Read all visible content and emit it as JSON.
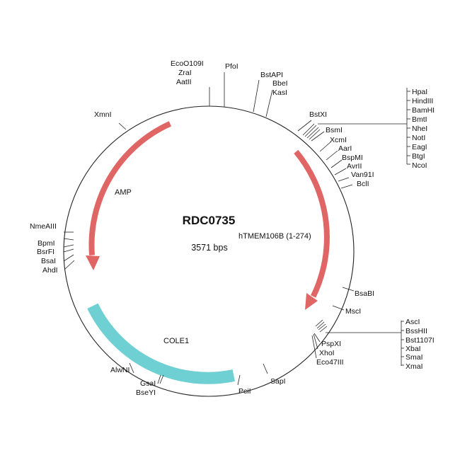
{
  "plasmid": {
    "name": "RDC0735",
    "size_label": "3571 bps"
  },
  "features": {
    "amp": {
      "label": "AMP",
      "color": "#e06666"
    },
    "insert": {
      "label": "hTMEM106B (1-274)",
      "color": "#e06666"
    },
    "cole1": {
      "label": "COLE1",
      "color": "#6fd0d3"
    }
  },
  "sites": {
    "ecoo109i": "EcoO109I",
    "zrai": "ZraI",
    "aatii": "AatII",
    "pfoi": "PfoI",
    "bstapi": "BstAPI",
    "bbei": "BbeI",
    "kasi": "KasI",
    "bstxi": "BstXI",
    "bsmi": "BsmI",
    "xcmi": "XcmI",
    "aari": "AarI",
    "bspmi": "BspMI",
    "avrii": "AvrII",
    "van91i": "Van91I",
    "bcli": "BclI",
    "hpai": "HpaI",
    "hindiii": "HindIII",
    "bamhi": "BamHI",
    "bmti": "BmtI",
    "nhei": "NheI",
    "noti": "NotI",
    "eagi": "EagI",
    "btgi": "BtgI",
    "ncoi": "NcoI",
    "xmni": "XmnI",
    "nmeaiii": "NmeAIII",
    "bpmi": "BpmI",
    "bsrfi": "BsrFI",
    "bsai": "BsaI",
    "ahdi": "AhdI",
    "bsabi": "BsaBI",
    "msci": "MscI",
    "asci": "AscI",
    "bsshii": "BssHII",
    "bst1107i": "Bst1107I",
    "xbai": "XbaI",
    "smai": "SmaI",
    "xmai": "XmaI",
    "pspxi": "PspXI",
    "xhoi": "XhoI",
    "eco47iii": "Eco47III",
    "alwni": "AlwNI",
    "gsai": "GsaI",
    "bseyi": "BseYI",
    "pcii": "PciI",
    "sapi": "SapI"
  }
}
